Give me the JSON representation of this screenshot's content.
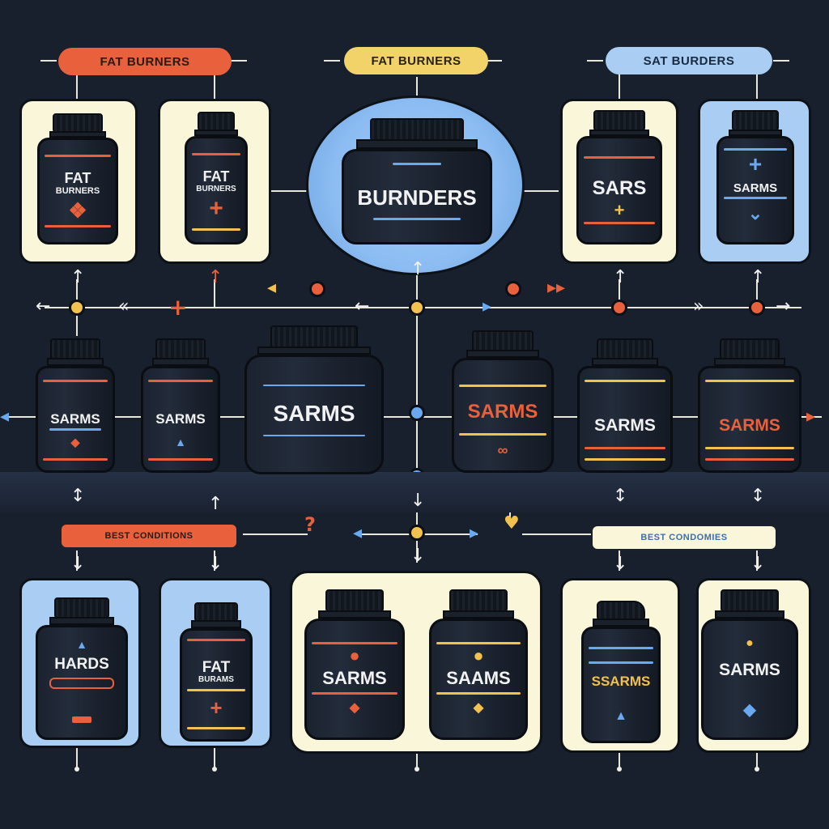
{
  "headers": {
    "top_left": "FAT BURNERS",
    "top_center": "FAT BURNERS",
    "top_right": "SAT BURDERS",
    "mid_left": "BEST CONDITIONS",
    "mid_right": "BEST CONDOMIES"
  },
  "jars": {
    "row1": [
      {
        "line1": "FAT",
        "line2": "BURNERS",
        "symbol": "❖"
      },
      {
        "line1": "FAT",
        "line2": "BURNERS",
        "symbol": "+"
      },
      {
        "line1": "BURNDERS",
        "line2": "",
        "symbol": ""
      },
      {
        "line1": "SARS",
        "line2": "",
        "symbol": "+"
      },
      {
        "line1": "SARMS",
        "line2": "",
        "symbol": "+"
      }
    ],
    "row2": [
      {
        "line1": "SARMS",
        "symbol": "◆"
      },
      {
        "line1": "SARMS",
        "symbol": "▲"
      },
      {
        "line1": "SARMS",
        "symbol": ""
      },
      {
        "line1": "SARMS",
        "symbol": "∞"
      },
      {
        "line1": "SARMS",
        "symbol": ""
      },
      {
        "line1": "SARMS",
        "symbol": ""
      }
    ],
    "row3": [
      {
        "line1": "HARDS",
        "symbol": "▲"
      },
      {
        "line1": "FAT",
        "line2": "BURAMS",
        "symbol": "+"
      },
      {
        "line1": "SARMS",
        "symbol": "◆"
      },
      {
        "line1": "SAAMS",
        "symbol": "◆"
      },
      {
        "line1": "SSARMS",
        "symbol": "▲"
      },
      {
        "line1": "SARMS",
        "symbol": "◆"
      }
    ]
  },
  "colors": {
    "background": "#17202c",
    "accent_orange": "#e8603c",
    "accent_yellow": "#f2c14e",
    "accent_blue": "#6aa8ef",
    "card_cream": "#faf6d9",
    "card_blue": "#a9cdf3"
  }
}
